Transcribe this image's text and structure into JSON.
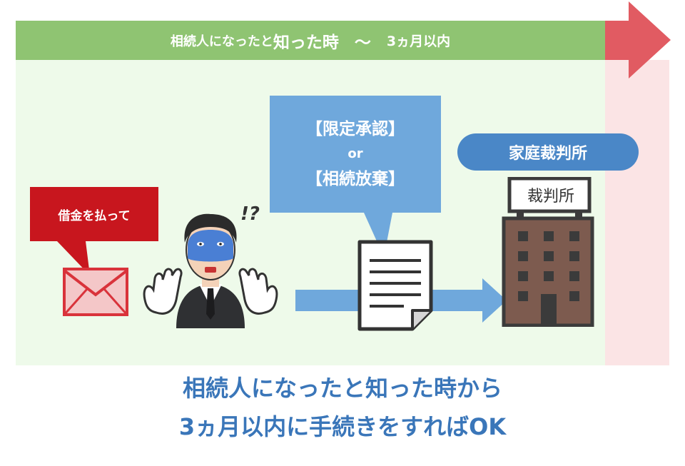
{
  "timeline": {
    "part1": "相続人になったと",
    "part2": "知った時",
    "tilde": "〜",
    "part3": "3ヵ月以内"
  },
  "debt_callout": {
    "text": "借金を払って"
  },
  "reaction": {
    "text": "!?"
  },
  "document_callout": {
    "line1": "【限定承認】",
    "line2": "or",
    "line3": "【相続放棄】"
  },
  "court": {
    "label": "家庭裁判所",
    "sign": "裁判所"
  },
  "conclusion": {
    "line1": "相続人になったと知った時から",
    "line2": "3ヵ月以内に手続きをすればOK"
  },
  "colors": {
    "timeline_green": "#8fc472",
    "deadline_red": "#e15b62",
    "callout_red": "#c8161e",
    "callout_blue": "#6fa8dc",
    "court_blue": "#4a87c7",
    "building_brown": "#7d5b4f",
    "text_blue": "#3a76b9"
  },
  "icons": [
    "envelope-icon",
    "businessman-icon",
    "document-icon",
    "courthouse-icon",
    "arrow-right-icon"
  ]
}
